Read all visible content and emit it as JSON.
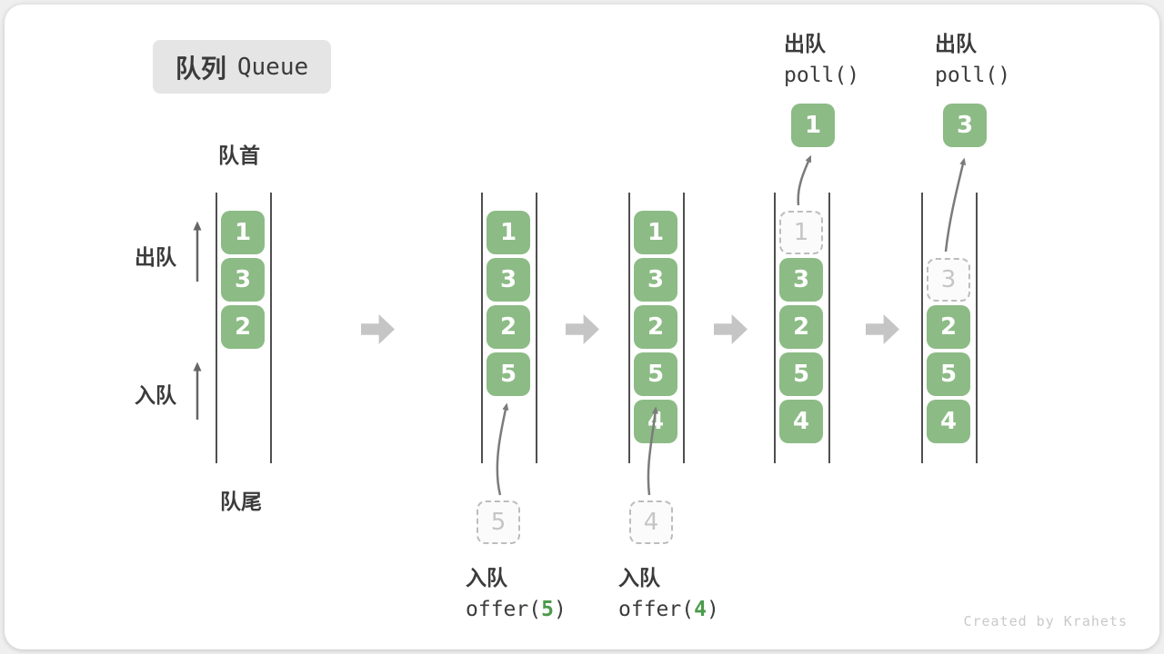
{
  "title": {
    "zh": "队列",
    "en": "Queue"
  },
  "labels": {
    "front": "队首",
    "rear": "队尾",
    "dequeue": "出队",
    "enqueue": "入队"
  },
  "operations": [
    {
      "id": "offer-5",
      "label": "入队",
      "pre": "offer(",
      "accent": "5",
      "post": ")"
    },
    {
      "id": "offer-4",
      "label": "入队",
      "pre": "offer(",
      "accent": "4",
      "post": ")"
    },
    {
      "id": "poll-1",
      "label": "出队",
      "pre": "poll()",
      "accent": "",
      "post": ""
    },
    {
      "id": "poll-2",
      "label": "出队",
      "pre": "poll()",
      "accent": "",
      "post": ""
    }
  ],
  "states": [
    {
      "id": "state-1",
      "cells": [
        {
          "value": "1"
        },
        {
          "value": "3"
        },
        {
          "value": "2"
        }
      ]
    },
    {
      "id": "state-2",
      "cells": [
        {
          "value": "1"
        },
        {
          "value": "3"
        },
        {
          "value": "2"
        },
        {
          "value": "5"
        }
      ],
      "input": "5"
    },
    {
      "id": "state-3",
      "cells": [
        {
          "value": "1"
        },
        {
          "value": "3"
        },
        {
          "value": "2"
        },
        {
          "value": "5"
        },
        {
          "value": "4"
        }
      ],
      "input": "4"
    },
    {
      "id": "state-4",
      "cells": [
        {
          "value": "1",
          "ghost": true
        },
        {
          "value": "3"
        },
        {
          "value": "2"
        },
        {
          "value": "5"
        },
        {
          "value": "4"
        }
      ],
      "output": "1"
    },
    {
      "id": "state-5",
      "start_row": 1,
      "cells": [
        {
          "value": "3",
          "ghost": true
        },
        {
          "value": "2"
        },
        {
          "value": "5"
        },
        {
          "value": "4"
        }
      ],
      "output": "3"
    }
  ],
  "watermark": "Created by Krahets",
  "colors": {
    "cell_green": "#8cbb85",
    "code_accent_green": "#4b9b4b",
    "ghost_border": "#bdbdbd",
    "ghost_text": "#c5c5c5",
    "block_arrow_gray": "#c5c5c5",
    "flow_arrow_gray": "#7b7b7b",
    "label_arrow_gray": "#666666",
    "text_dark": "#3b3b3b",
    "badge_bg": "#e5e5e5",
    "watermark_gray": "#c9c9c9"
  }
}
